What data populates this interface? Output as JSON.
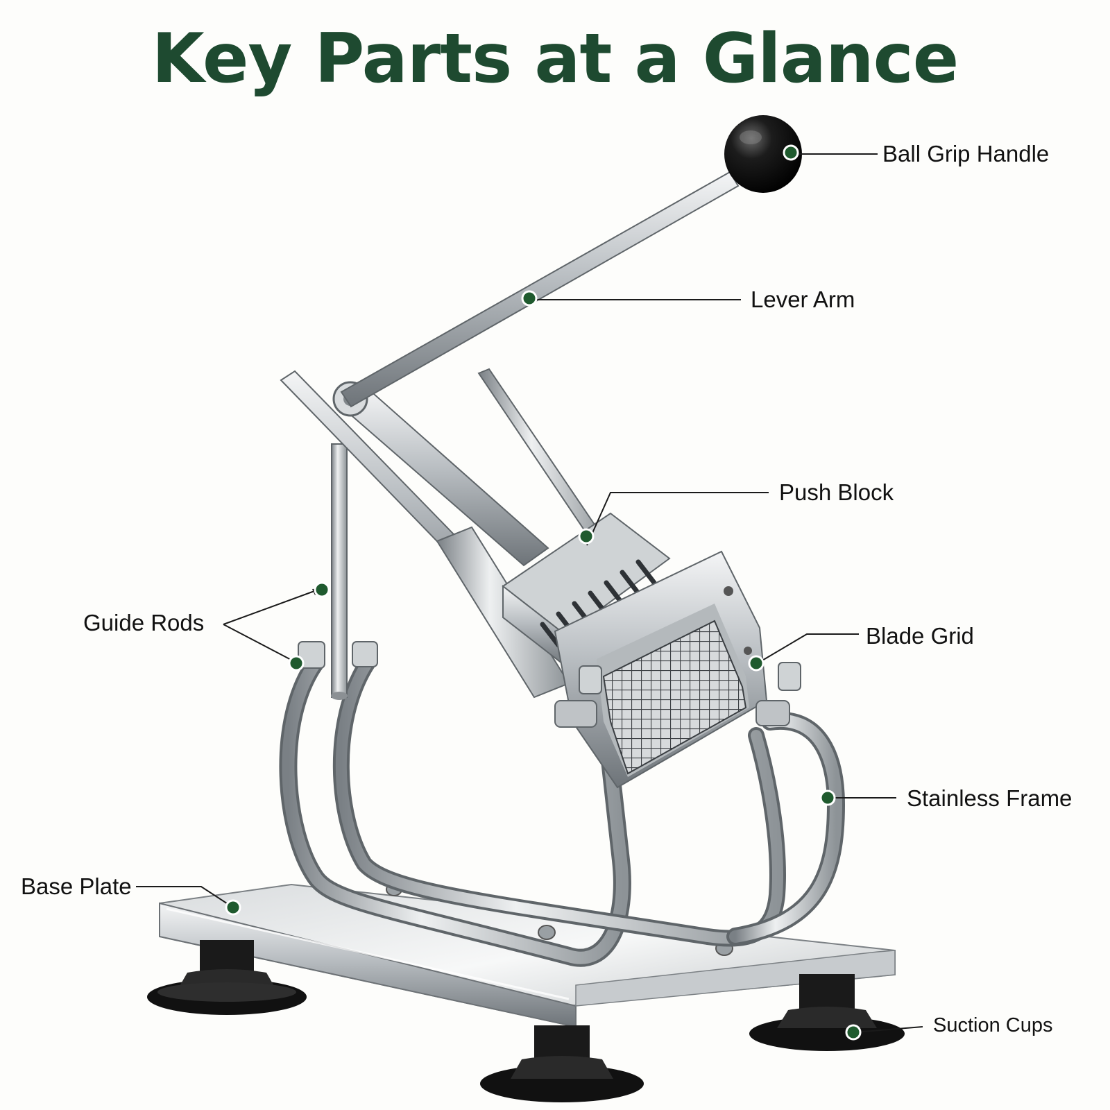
{
  "title": "Key Parts at a Glance",
  "colors": {
    "title": "#1e4a30",
    "marker": "#1f5a2e",
    "leader_line": "#1a1a1a",
    "steel": "#c9cdd0",
    "rubber": "#151515"
  },
  "labels": {
    "ball_grip_handle": "Ball Grip Handle",
    "lever_arm": "Lever Arm",
    "push_block": "Push Block",
    "guide_rods": "Guide Rods",
    "blade_grid": "Blade Grid",
    "stainless_frame": "Stainless Frame",
    "base_plate": "Base Plate",
    "suction_cups": "Suction Cups"
  }
}
